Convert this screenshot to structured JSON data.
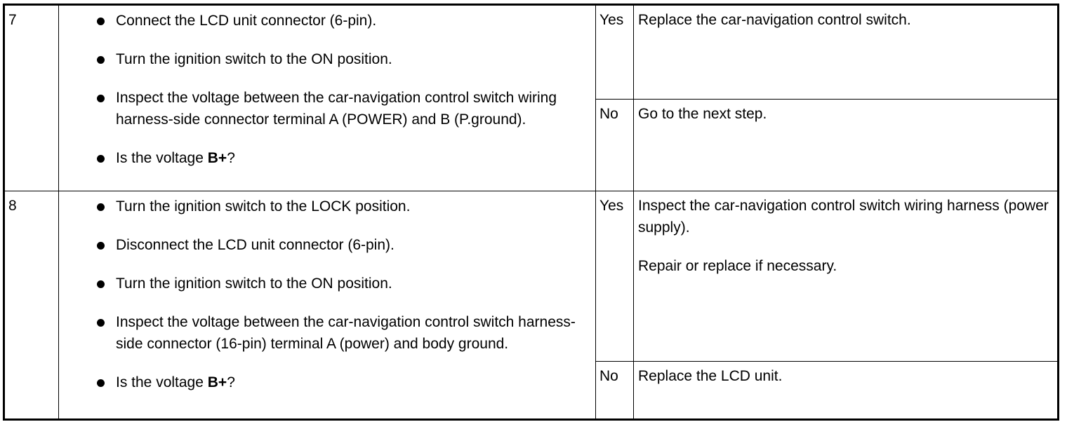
{
  "rows": [
    {
      "step": "7",
      "checks": [
        {
          "pre": "Connect the LCD unit connector (6-pin).",
          "bold": "",
          "post": ""
        },
        {
          "pre": "Turn the ignition switch to the ON position.",
          "bold": "",
          "post": ""
        },
        {
          "pre": "Inspect the voltage between the car-navigation control switch wiring harness-side connector terminal A (POWER) and B (P.ground).",
          "bold": "",
          "post": ""
        },
        {
          "pre": "Is the voltage ",
          "bold": "B+",
          "post": "?"
        }
      ],
      "yes_label": "Yes",
      "yes_action": [
        "Replace the car-navigation control switch."
      ],
      "no_label": "No",
      "no_action": [
        "Go to the next step."
      ]
    },
    {
      "step": "8",
      "checks": [
        {
          "pre": "Turn the ignition switch to the LOCK position.",
          "bold": "",
          "post": ""
        },
        {
          "pre": "Disconnect the LCD unit connector (6-pin).",
          "bold": "",
          "post": ""
        },
        {
          "pre": "Turn the ignition switch to the ON position.",
          "bold": "",
          "post": ""
        },
        {
          "pre": "Inspect the voltage between the car-navigation control switch harness-side connector (16-pin) terminal A (power) and body ground.",
          "bold": "",
          "post": ""
        },
        {
          "pre": "Is the voltage ",
          "bold": "B+",
          "post": "?"
        }
      ],
      "yes_label": "Yes",
      "yes_action": [
        "Inspect the car-navigation control switch wiring harness (power supply).",
        "Repair or replace if necessary."
      ],
      "no_label": "No",
      "no_action": [
        "Replace the LCD unit."
      ]
    }
  ]
}
